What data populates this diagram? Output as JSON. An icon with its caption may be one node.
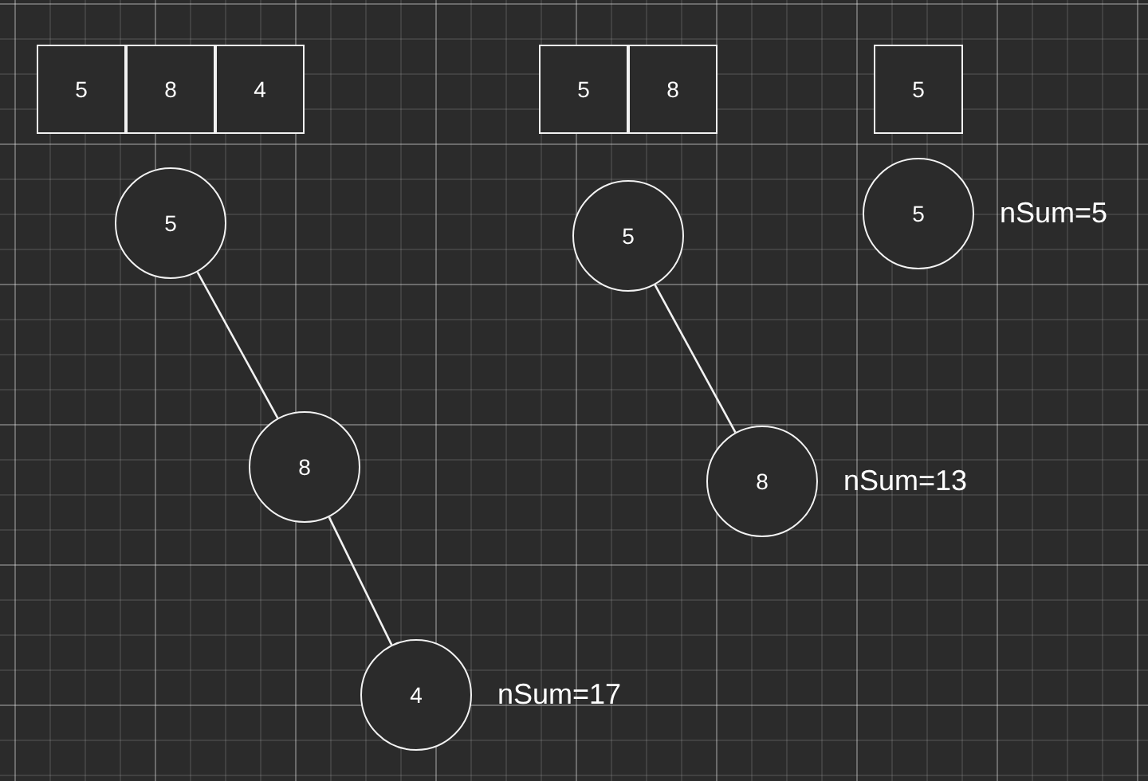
{
  "diagram": {
    "nodes": [
      {
        "text": [
          "5"
        ]
      },
      {
        "text": [
          "8"
        ]
      },
      {
        "text": [
          "4"
        ]
      },
      {
        "text": [
          "5"
        ]
      },
      {
        "text": [
          "8"
        ]
      },
      {
        "text": [
          "5"
        ]
      },
      {
        "text": [
          "5"
        ]
      },
      {
        "text": [
          "5"
        ]
      },
      {
        "text": [
          "5"
        ],
        "beside": [
          "nSum=5"
        ]
      },
      {
        "text": [
          "8"
        ]
      },
      {
        "text": [
          "8"
        ],
        "beside": [
          "nSum=13"
        ]
      },
      {
        "text": [
          "4"
        ],
        "beside": [
          "nSum=17"
        ]
      }
    ],
    "edges": [
      {
        "from": 6,
        "to": 9,
        "arrow": "none"
      },
      {
        "from": 9,
        "to": 11,
        "arrow": "none"
      },
      {
        "from": 7,
        "to": 10,
        "arrow": "none"
      }
    ]
  }
}
